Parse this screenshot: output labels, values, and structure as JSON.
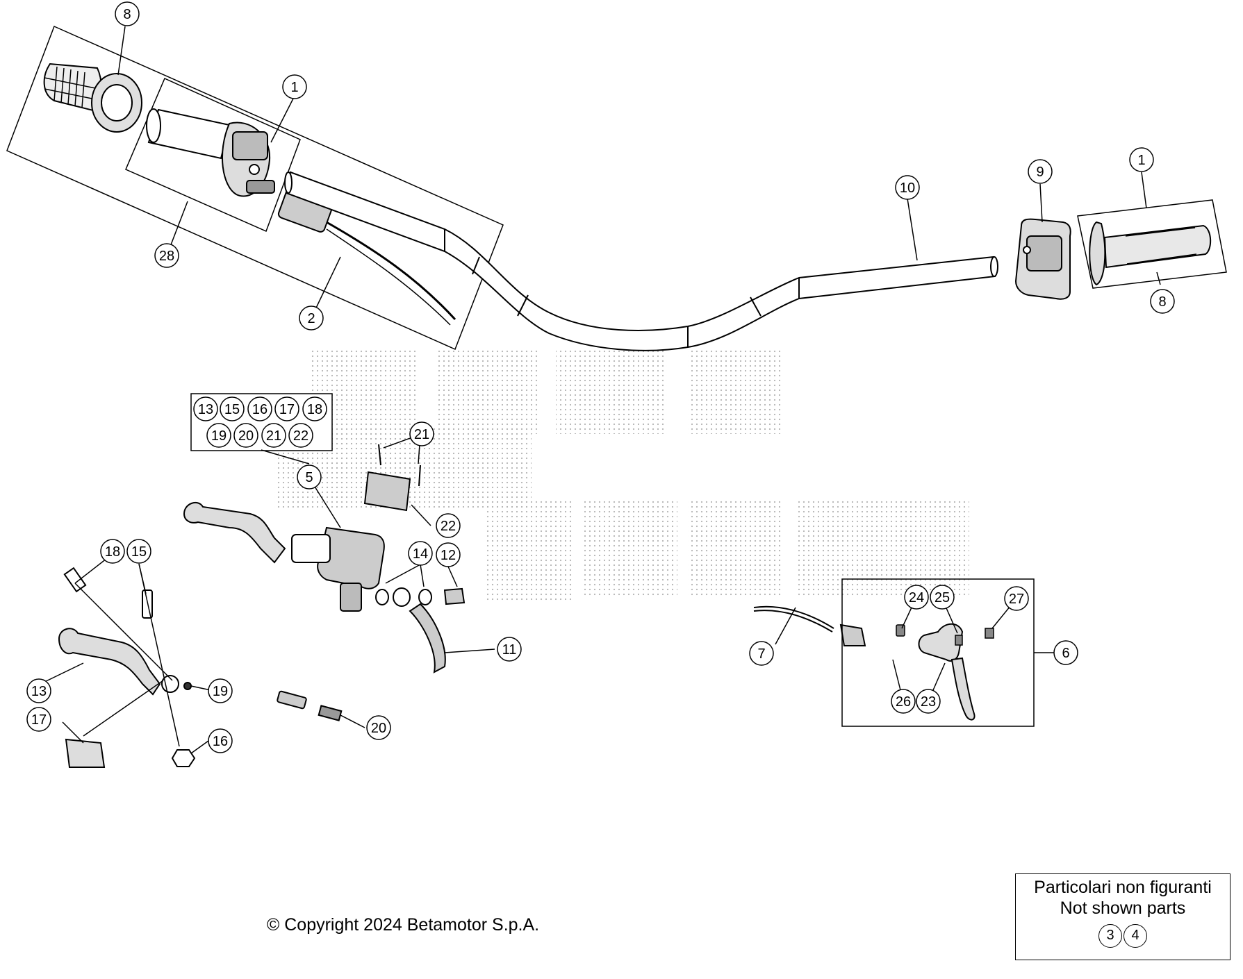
{
  "callouts": {
    "c8a": "8",
    "c1a": "1",
    "c28": "28",
    "c2": "2",
    "c10": "10",
    "c9": "9",
    "c1b": "1",
    "c8b": "8",
    "c5": "5",
    "c21": "21",
    "c22": "22",
    "c14": "14",
    "c12": "12",
    "c11": "11",
    "c18": "18",
    "c15": "15",
    "c13": "13",
    "c19": "19",
    "c17": "17",
    "c16": "16",
    "c20": "20",
    "c7": "7",
    "c24": "24",
    "c25": "25",
    "c27": "27",
    "c6": "6",
    "c26": "26",
    "c23": "23"
  },
  "kit": {
    "row1": [
      "13",
      "15",
      "16",
      "17",
      "18"
    ],
    "row2": [
      "19",
      "20",
      "21",
      "22"
    ]
  },
  "legend": {
    "title": "Particolari non figuranti",
    "subtitle": "Not shown parts",
    "refs": [
      "3",
      "4"
    ]
  },
  "footer": {
    "copyright": "© Copyright 2024 Betamotor S.p.A."
  }
}
